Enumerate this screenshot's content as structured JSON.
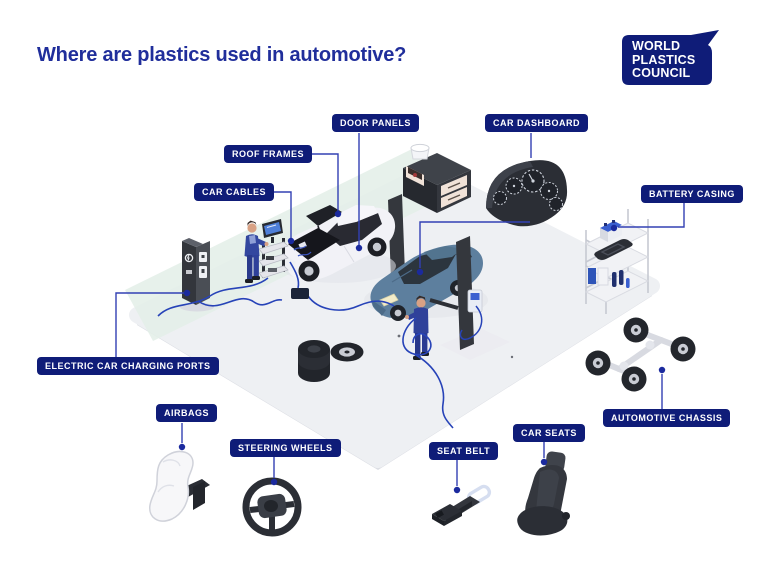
{
  "page": {
    "title": "Where are plastics used in automotive?"
  },
  "logo": {
    "lines": [
      "WORLD",
      "PLASTICS",
      "COUNCIL"
    ]
  },
  "colors": {
    "navy": "#0f1c78",
    "title_blue": "#202e9b",
    "line_blue": "#3240b4",
    "dot_navy": "#1b2a9e",
    "floor": "#eef0f3",
    "mint": "#e3efe7"
  },
  "callouts": [
    {
      "id": "door-panels",
      "label": "DOOR PANELS"
    },
    {
      "id": "roof-frames",
      "label": "ROOF FRAMES"
    },
    {
      "id": "car-cables",
      "label": "CAR CABLES"
    },
    {
      "id": "car-dashboard",
      "label": "CAR DASHBOARD"
    },
    {
      "id": "battery-casing",
      "label": "BATTERY CASING"
    },
    {
      "id": "electric-car-charging-ports",
      "label": "ELECTRIC CAR CHARGING PORTS"
    },
    {
      "id": "airbags",
      "label": "AIRBAGS"
    },
    {
      "id": "steering-wheels",
      "label": "STEERING WHEELS"
    },
    {
      "id": "seat-belt",
      "label": "SEAT BELT"
    },
    {
      "id": "car-seats",
      "label": "CAR SEATS"
    },
    {
      "id": "automotive-chassis",
      "label": "AUTOMOTIVE CHASSIS"
    }
  ],
  "illustration": {
    "scene": "isometric car workshop",
    "objects": [
      "electric-car-charging-station",
      "diagnostic-cart-with-monitor",
      "technician-at-cart",
      "white-car-hood-open",
      "blue-car-on-two-post-lift",
      "technician-with-charging-cable",
      "tool-cabinet-with-bucket",
      "car-dashboard-gauges",
      "parts-shelf-with-battery",
      "stacked-tires",
      "wheel-and-axle-chassis",
      "airbag",
      "steering-wheel",
      "seat-belt-buckle",
      "car-seat"
    ]
  }
}
